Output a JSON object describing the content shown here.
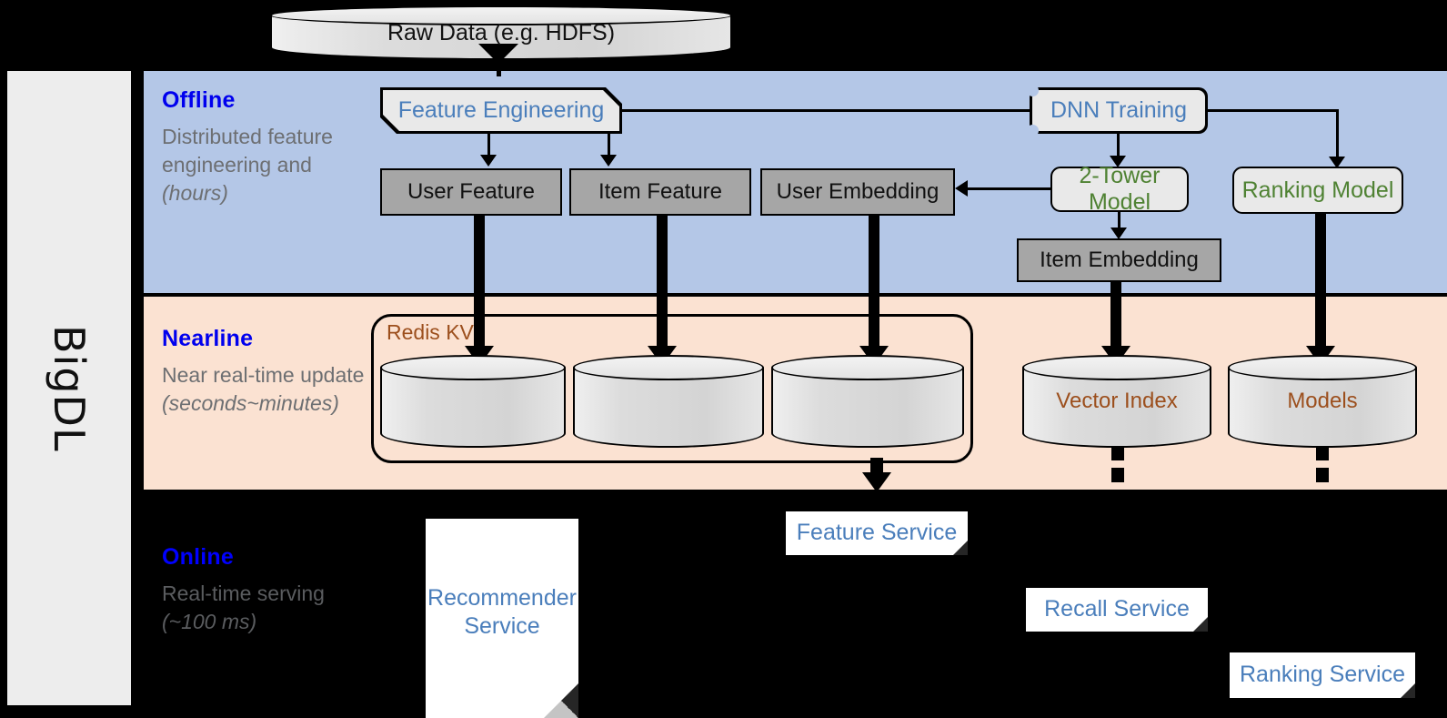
{
  "framework": {
    "name": "BigDL"
  },
  "source": {
    "label": "Raw Data (e.g. HDFS)"
  },
  "bands": {
    "offline": {
      "title": "Offline",
      "desc_plain": "Distributed feature engineering and ",
      "desc_italic": "(hours)"
    },
    "nearline": {
      "title": "Nearline",
      "desc_plain": "Near real-time update ",
      "desc_italic": "(seconds~minutes)"
    },
    "online": {
      "title": "Online",
      "desc_plain": "Real-time serving ",
      "desc_italic": "(~100 ms)"
    }
  },
  "offline": {
    "feature_engineering": "Feature Engineering",
    "dnn_training": "DNN Training",
    "user_feature": "User Feature",
    "item_feature": "Item Feature",
    "user_embedding": "User Embedding",
    "two_tower_model": "2-Tower Model",
    "ranking_model": "Ranking Model",
    "item_embedding": "Item Embedding"
  },
  "nearline": {
    "redis_kv": "Redis KV",
    "vector_index": "Vector Index",
    "models": "Models"
  },
  "online": {
    "recommender_service": "Recommender Service",
    "feature_service": "Feature Service",
    "recall_service": "Recall Service",
    "ranking_service": "Ranking Service"
  },
  "colors": {
    "offline_band": "#b4c7e7",
    "nearline_band": "#fbe2d2",
    "online_band": "#000000",
    "rail": "#ededed",
    "title_blue": "#0000ee",
    "process_blue": "#4a7ebb",
    "model_green": "#4f8233",
    "store_brown": "#9c4f1d",
    "gray_box": "#a6a6a6",
    "light_box": "#e9e9e9"
  }
}
